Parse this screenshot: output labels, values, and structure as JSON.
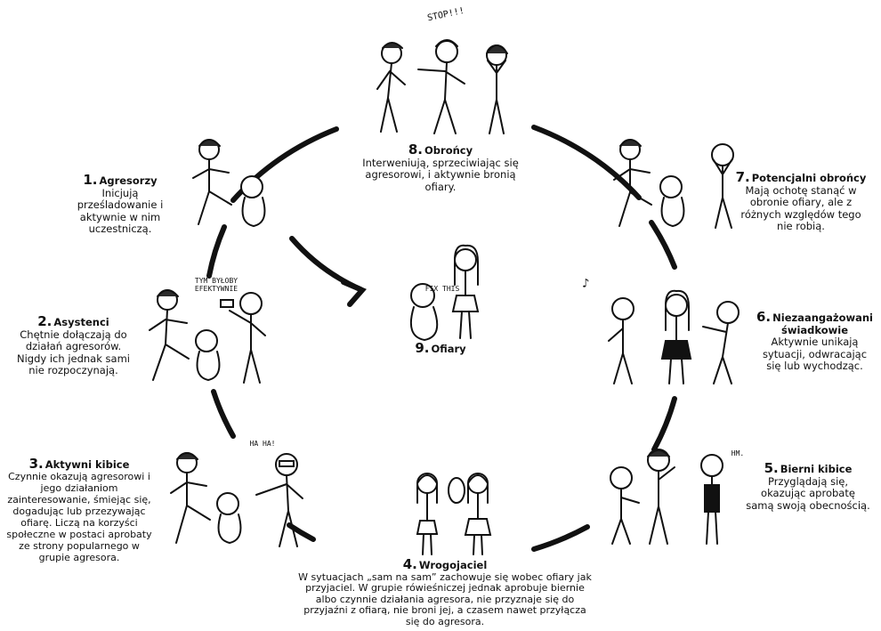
{
  "roles": {
    "r1": {
      "number": "1.",
      "title": "Agresorzy",
      "description": "Inicjują prześladowanie i aktywnie w nim uczestniczą."
    },
    "r2": {
      "number": "2.",
      "title": "Asystenci",
      "description": "Chętnie dołączają do działań agresorów. Nigdy ich jednak sami nie rozpoczynają."
    },
    "r3": {
      "number": "3.",
      "title": "Aktywni kibice",
      "description": "Czynnie okazują agresorowi i jego działaniom zainteresowanie, śmiejąc się, dogadując lub przezywając ofiarę. Liczą na korzyści społeczne w postaci aprobaty ze strony popularnego w grupie agresora."
    },
    "r4": {
      "number": "4.",
      "title": "Wrogojaciel",
      "description": "W sytuacjach „sam na sam” zachowuje się wobec ofiary jak przyjaciel. W grupie rówieśniczej jednak aprobuje biernie albo czynnie działania agresora, nie przyznaje się do przyjaźni z ofiarą, nie broni jej, a czasem nawet przyłącza się do agresora."
    },
    "r5": {
      "number": "5.",
      "title": "Bierni kibice",
      "description": "Przyglądają się, okazując aprobatę samą swoją obecnością."
    },
    "r6": {
      "number": "6.",
      "title": "Niezaangażowani świadkowie",
      "description": "Aktywnie unikają sytuacji, odwracając się lub wychodząc."
    },
    "r7": {
      "number": "7.",
      "title": "Potencjalni obrońcy",
      "description": "Mają ochotę stanąć w obronie ofiary, ale z różnych względów tego nie robią."
    },
    "r8": {
      "number": "8.",
      "title": "Obrońcy",
      "description": "Interweniują, sprzeciwiając się agresorowi, i aktywnie bronią ofiary."
    },
    "r9": {
      "number": "9.",
      "title": "Ofiary",
      "description": ""
    }
  },
  "speech": {
    "stop": "STOP!!!",
    "tym": "TYM BYŁOBY EFEKTYWNIE",
    "haha": "HA HA!",
    "hm": "HM.",
    "fix": "FIX THIS",
    "music": "♪"
  },
  "colors": {
    "line": "#111111",
    "ink": "#111111",
    "skin": "#f2dccb",
    "hair": "#2b2b2b"
  }
}
